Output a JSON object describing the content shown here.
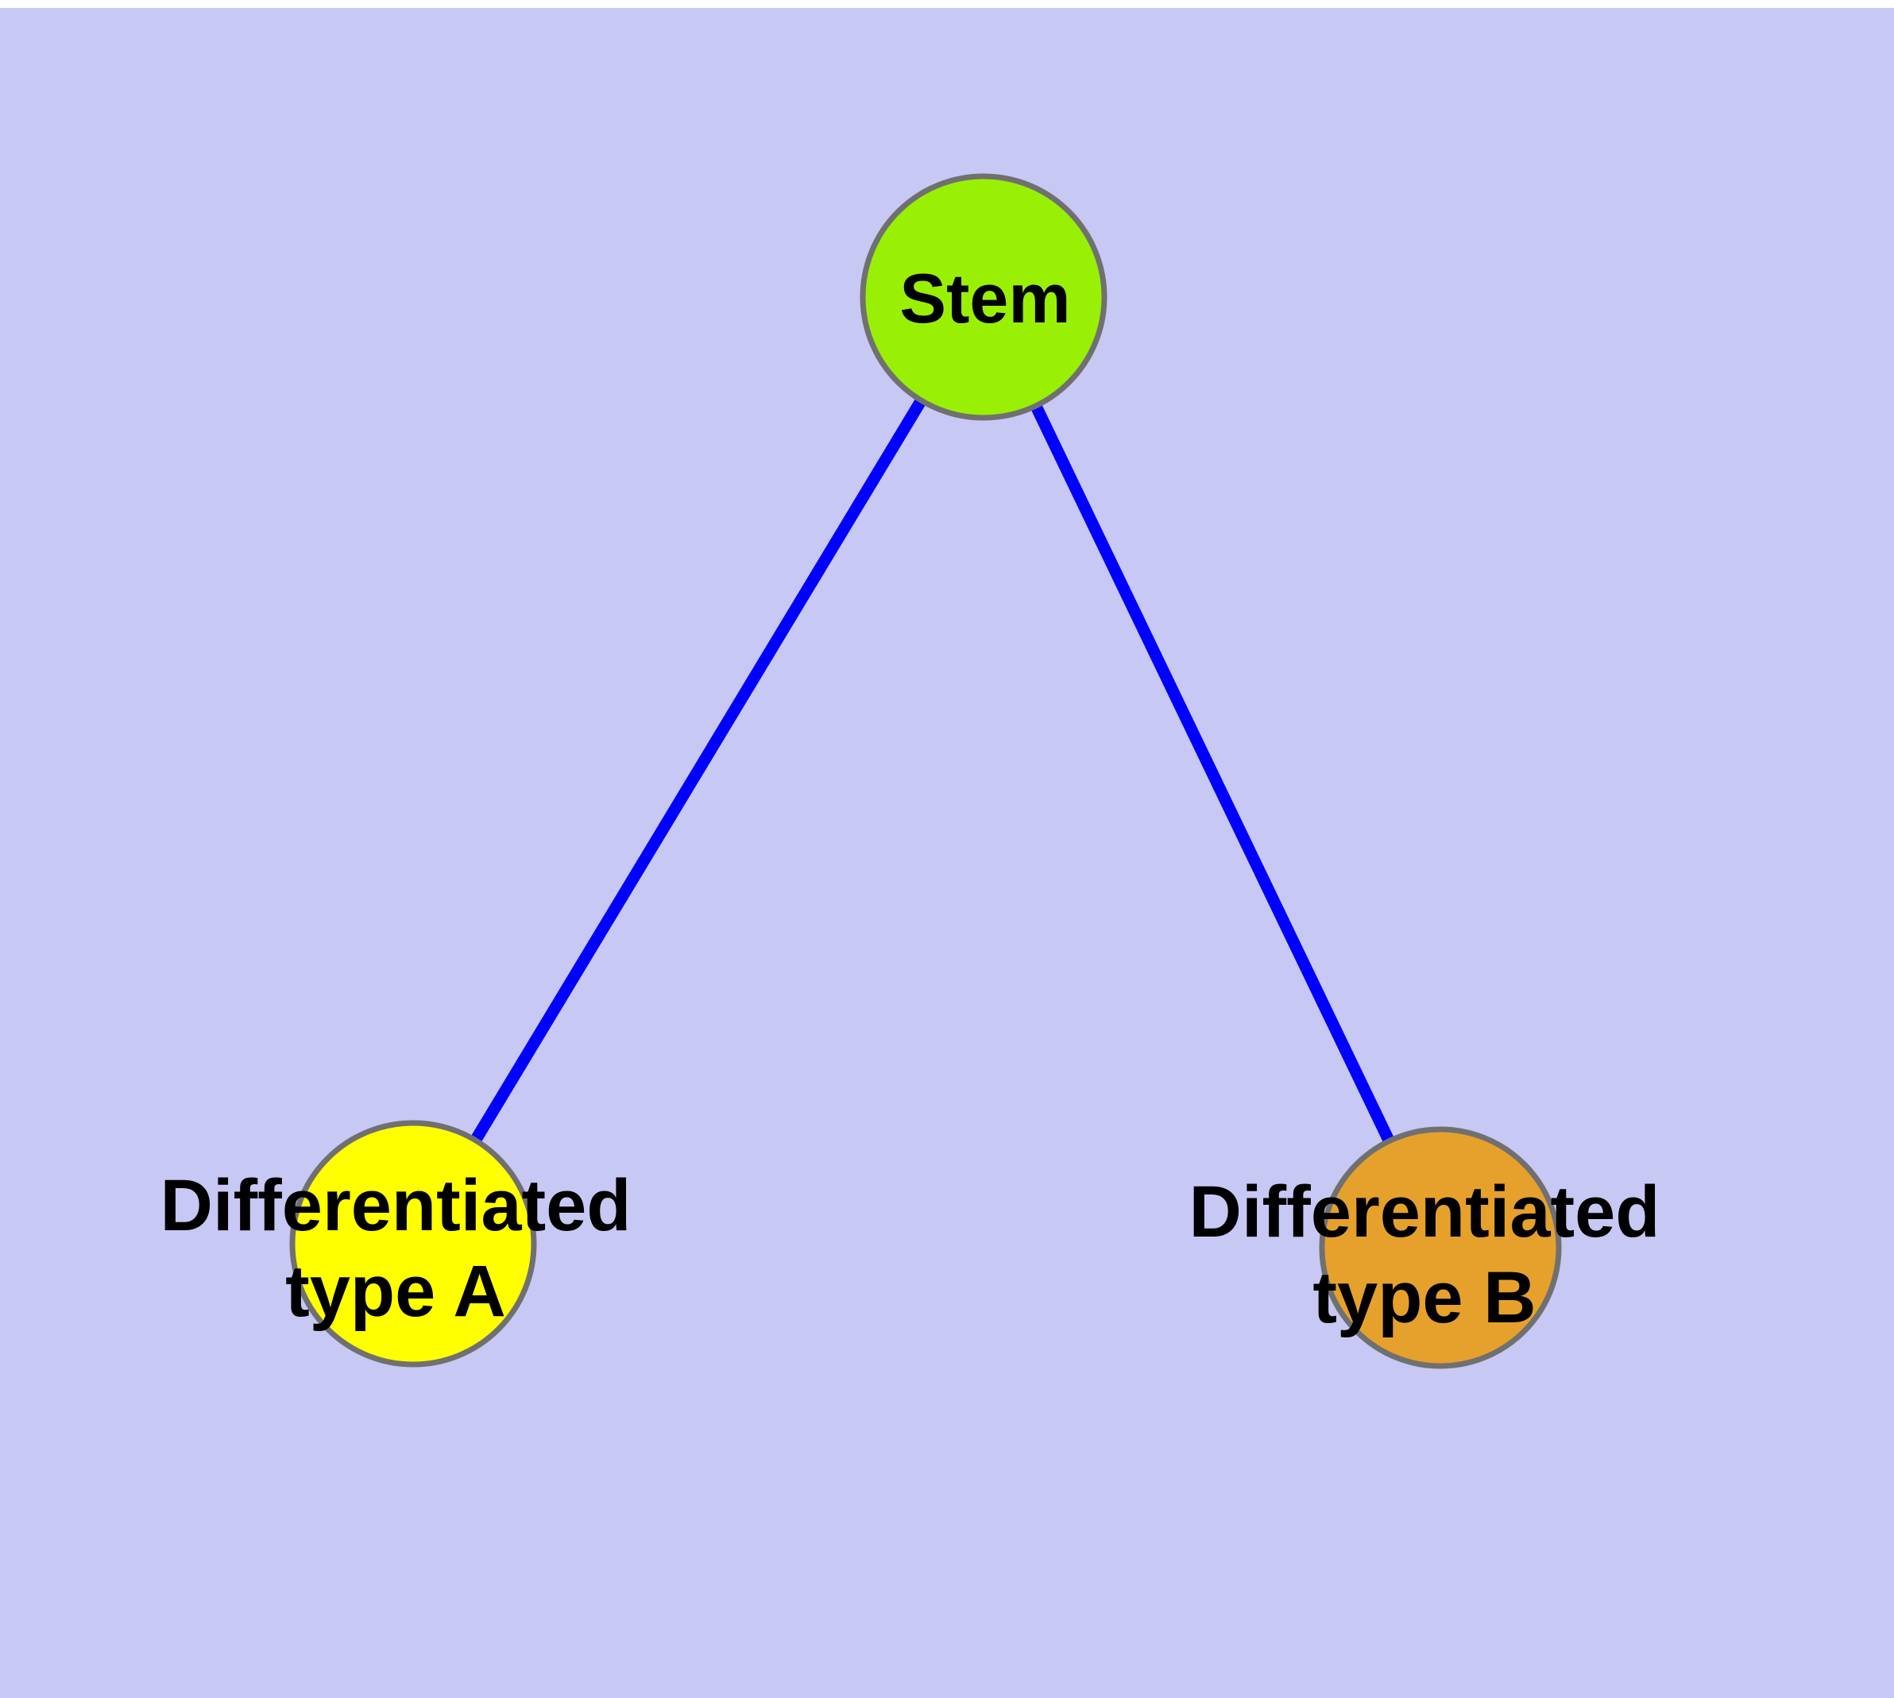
{
  "diagram": {
    "title": "",
    "background_color": "#C8C8F4",
    "edge_color": "#0000FF",
    "node_border_color": "#707070",
    "label_color": "#000000",
    "nodes": [
      {
        "id": "stem",
        "label": "Stem",
        "color": "#9AF005"
      },
      {
        "id": "typeA",
        "label_line1": "Differentiated",
        "label_line2": "type A",
        "color": "#FFFF00"
      },
      {
        "id": "typeB",
        "label_line1": "Differentiated",
        "label_line2": "type B",
        "color": "#E6A12D"
      }
    ],
    "edges": [
      {
        "from": "stem",
        "to": "typeA"
      },
      {
        "from": "stem",
        "to": "typeB"
      }
    ]
  }
}
